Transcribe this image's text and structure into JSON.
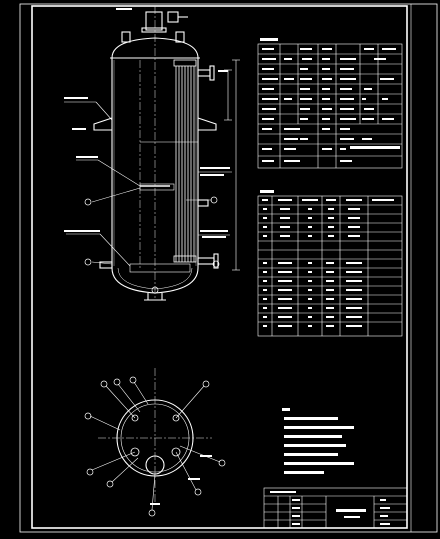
{
  "drawing": {
    "kind": "CAD engineering drawing of a vertical pressure vessel with internal tube bundle",
    "colors": {
      "background": "#000000",
      "line": "#ffffff",
      "centerline": "#e8e8e8"
    },
    "views": [
      "front-elevation",
      "top-plan",
      "tech-spec-table",
      "nozzle-schedule-table",
      "technical-notes",
      "title-block"
    ]
  },
  "spec_table": {
    "rows": 12,
    "cols": 6
  },
  "nozzle_table": {
    "rows": 15,
    "cols": 6
  },
  "notes": {
    "line_count": 8
  },
  "title_block": {
    "rows": 5
  },
  "balloons": {
    "front": [
      "1",
      "2",
      "3",
      "4",
      "5"
    ],
    "plan": [
      "a",
      "b",
      "c",
      "d",
      "e",
      "f",
      "g",
      "h",
      "i",
      "j"
    ]
  }
}
